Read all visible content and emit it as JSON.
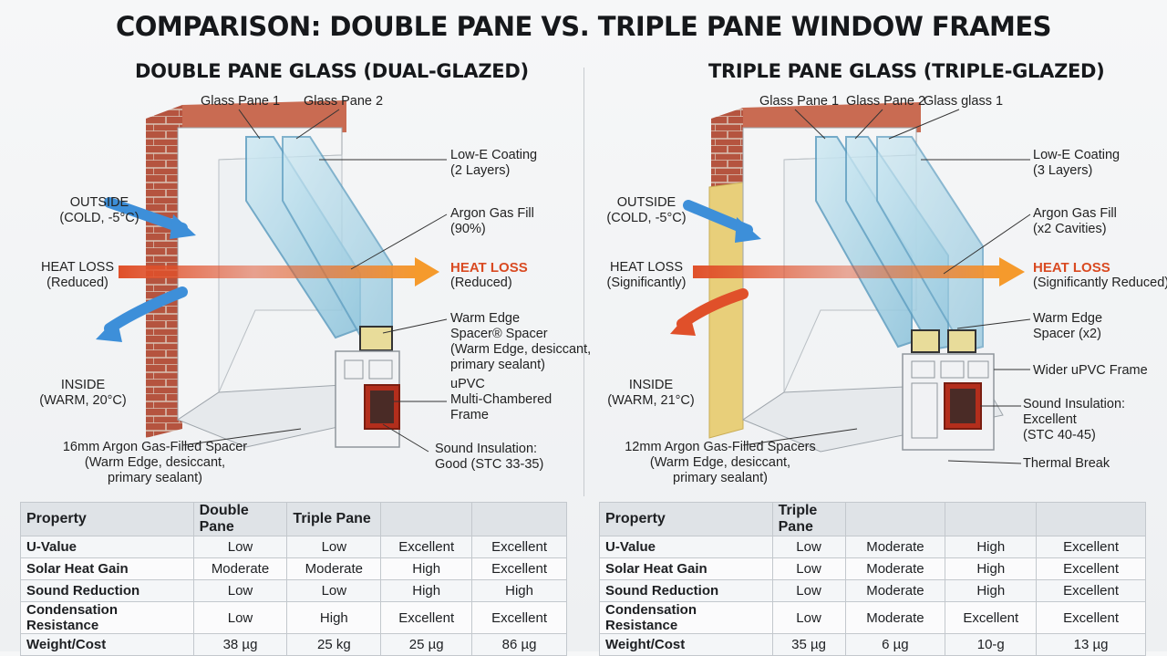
{
  "title": "COMPARISON: DOUBLE PANE VS. TRIPLE PANE WINDOW FRAMES",
  "left": {
    "heading": "DOUBLE PANE GLASS (DUAL-GLAZED)",
    "glass1": "Glass Pane 1",
    "glass2": "Glass Pane 2",
    "lowe": [
      "Low-E Coating",
      "(2 Layers)"
    ],
    "argon": [
      "Argon Gas Fill",
      "(90%)"
    ],
    "heat_right": [
      "HEAT LOSS",
      "(Reduced)"
    ],
    "spacer": [
      "Warm Edge",
      "Spacer® Spacer",
      "(Warm Edge, desiccant,",
      "primary sealant)"
    ],
    "frame": [
      "uPVC",
      "Multi-Chambered",
      "Frame"
    ],
    "sound": [
      "Sound Insulation:",
      "Good (STC 33-35)"
    ],
    "outside": [
      "OUTSIDE",
      "(COLD, -5°C)"
    ],
    "heat_left": [
      "HEAT LOSS",
      "(Reduced)"
    ],
    "inside": [
      "INSIDE",
      "(WARM, 20°C)"
    ],
    "bottom_spacer": [
      "16mm Argon Gas-Filled Spacer",
      "(Warm Edge, desiccant,",
      "primary sealant)"
    ]
  },
  "right": {
    "heading": "TRIPLE PANE GLASS (TRIPLE-GLAZED)",
    "glass1": "Glass Pane 1",
    "glass2": "Glass Pane 2",
    "glass3": "Glass glass 1",
    "lowe": [
      "Low-E Coating",
      "(3 Layers)"
    ],
    "argon": [
      "Argon Gas Fill",
      "(x2 Cavities)"
    ],
    "heat_right": [
      "HEAT LOSS",
      "(Significantly Reduced)"
    ],
    "spacer": [
      "Warm Edge",
      "Spacer (x2)"
    ],
    "frame": [
      "Wider uPVC Frame"
    ],
    "sound": [
      "Sound Insulation:",
      "Excellent",
      "(STC 40-45)"
    ],
    "thermal": [
      "Thermal Break"
    ],
    "outside": [
      "OUTSIDE",
      "(COLD, -5°C)"
    ],
    "heat_left": [
      "HEAT LOSS",
      "(Significantly)"
    ],
    "inside": [
      "INSIDE",
      "(WARM, 21°C)"
    ],
    "bottom_spacer": [
      "12mm Argon Gas-Filled Spacers",
      "(Warm Edge, desiccant,",
      "primary sealant)"
    ]
  },
  "table_left": {
    "headers": [
      "Property",
      "Double Pane",
      "Triple Pane",
      "",
      ""
    ],
    "rows": [
      [
        "U-Value",
        "Low",
        "Low",
        "Excellent",
        "Excellent"
      ],
      [
        "Solar Heat Gain",
        "Moderate",
        "Moderate",
        "High",
        "Excellent"
      ],
      [
        "Sound Reduction",
        "Low",
        "Low",
        "High",
        "High"
      ],
      [
        "Condensation Resistance",
        "Low",
        "High",
        "Excellent",
        "Excellent"
      ],
      [
        "Weight/Cost",
        "38 µg",
        "25 kg",
        "25 µg",
        "86 µg"
      ]
    ]
  },
  "table_right": {
    "headers": [
      "Property",
      "Triple Pane",
      "",
      "",
      ""
    ],
    "rows": [
      [
        "U-Value",
        "Low",
        "Moderate",
        "High",
        "Excellent"
      ],
      [
        "Solar Heat Gain",
        "Low",
        "Moderate",
        "High",
        "Excellent"
      ],
      [
        "Sound Reduction",
        "Low",
        "Moderate",
        "High",
        "Excellent"
      ],
      [
        "Condensation Resistance",
        "Low",
        "Moderate",
        "Excellent",
        "Excellent"
      ],
      [
        "Weight/Cost",
        "35 µg",
        "6 µg",
        "10-g",
        "13 µg"
      ]
    ]
  },
  "colors": {
    "outside_arrow": "#3d8fd9",
    "heat_arrow": "#e0502a",
    "heat_arrow_out": "#f59a2c",
    "brick": "#b5543f",
    "insulation": "#e8cf7a",
    "glass": "#9fd0e4",
    "frame": "#f3f4f5",
    "chamber": "#c33a22"
  }
}
